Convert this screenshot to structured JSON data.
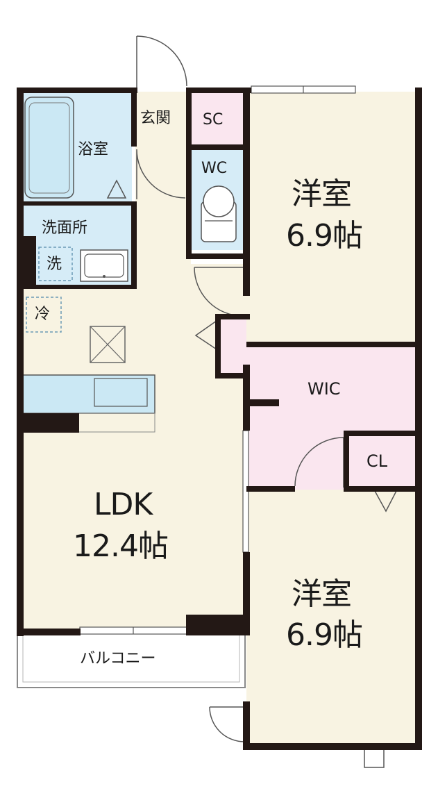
{
  "rooms": {
    "bath": "浴室",
    "entrance": "玄関",
    "shoe_closet": "SC",
    "toilet": "WC",
    "washroom": "洗面所",
    "washer": "洗",
    "fridge": "冷",
    "bedroom1_name": "洋室",
    "bedroom1_size": "6.9帖",
    "wic": "WIC",
    "closet": "CL",
    "ldk_name": "LDK",
    "ldk_size": "12.4帖",
    "bedroom2_name": "洋室",
    "bedroom2_size": "6.9帖",
    "balcony": "バルコニー"
  },
  "colors": {
    "wall": "#231815",
    "wet_area": "#d6ecf7",
    "living_floor": "#f8f3e2",
    "wic_floor": "#fae6ef",
    "sc_floor": "#fae6ef",
    "kitchen_counter": "#cbe8f4"
  }
}
